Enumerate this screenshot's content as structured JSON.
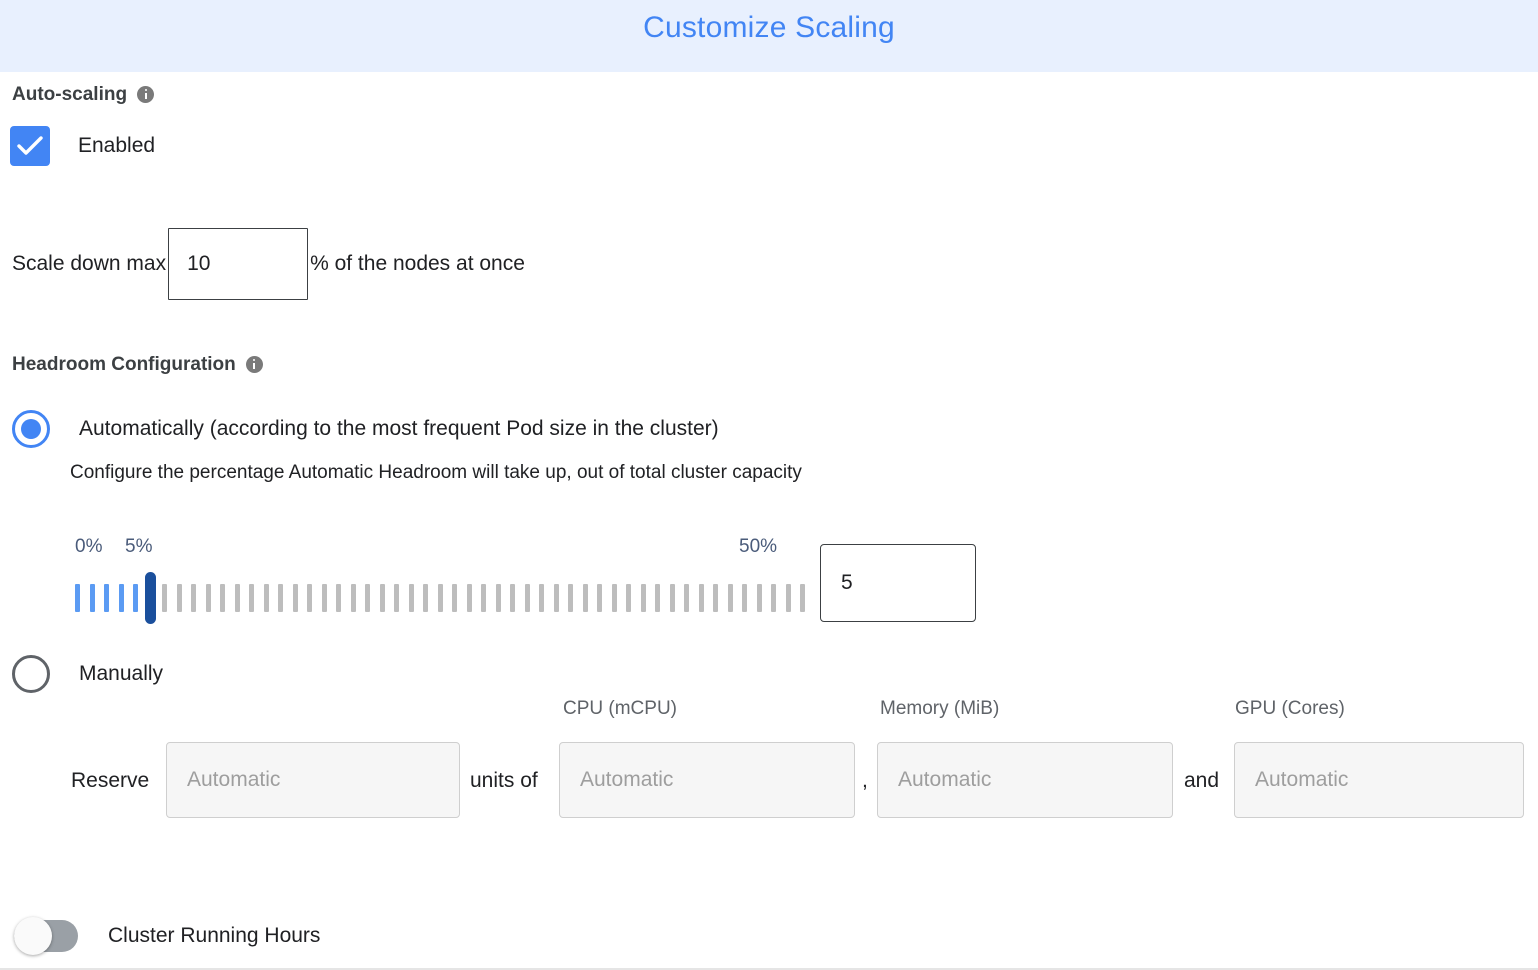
{
  "header": {
    "title": "Customize Scaling",
    "accent_color": "#4285f4",
    "background_color": "#e8f0fe"
  },
  "autoscaling": {
    "section_label": "Auto-scaling",
    "info_icon": "info-icon",
    "enabled_label": "Enabled",
    "enabled_checked": true,
    "scale_down": {
      "prefix_label": "Scale down max",
      "value": "10",
      "suffix_label": "% of the nodes at once"
    }
  },
  "headroom": {
    "section_label": "Headroom Configuration",
    "info_icon": "info-icon",
    "options": [
      {
        "id": "automatically",
        "label": "Automatically (according to the most frequent Pod size in the cluster)",
        "selected": true,
        "help_text": "Configure the percentage Automatic Headroom will take up, out of total cluster capacity"
      },
      {
        "id": "manually",
        "label": "Manually",
        "selected": false
      }
    ],
    "slider": {
      "min_label": "0%",
      "current_label": "5%",
      "max_label": "50%",
      "min": 0,
      "max": 50,
      "value": 5,
      "tick_count": 51,
      "filled_color": "#5b9bf3",
      "empty_color": "#bdbdbd",
      "thumb_color": "#1a4f9c"
    },
    "value_box": "5",
    "manual": {
      "reserve_label": "Reserve",
      "units_of_label": "units of",
      "comma_label": ",",
      "and_label": "and",
      "column_headers": [
        "CPU (mCPU)",
        "Memory (MiB)",
        "GPU (Cores)"
      ],
      "fields": [
        {
          "id": "reserve-units",
          "value": "",
          "placeholder": "Automatic"
        },
        {
          "id": "cpu",
          "value": "",
          "placeholder": "Automatic"
        },
        {
          "id": "memory",
          "value": "",
          "placeholder": "Automatic"
        },
        {
          "id": "gpu",
          "value": "",
          "placeholder": "Automatic"
        }
      ]
    }
  },
  "cluster_running_hours": {
    "label": "Cluster Running Hours",
    "enabled": false
  }
}
